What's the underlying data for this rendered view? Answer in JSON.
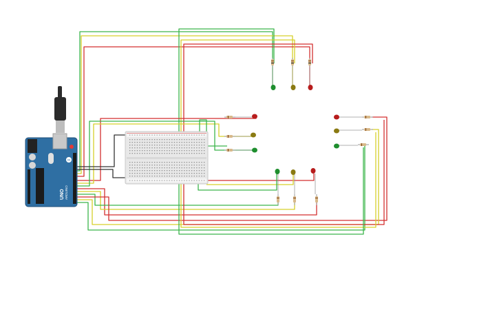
{
  "board": {
    "label": "UNO",
    "brand": "ARDUINO",
    "logo": "∞"
  },
  "components": {
    "breadboard": "breadboard",
    "traffic_lights": [
      "top",
      "left",
      "bottom",
      "right"
    ]
  },
  "colors": {
    "wire_red": "#d32f2f",
    "wire_yellow": "#d6d02a",
    "wire_green": "#3bb54a",
    "wire_black": "#333333",
    "led_red": "#b71c1c",
    "led_yellow": "#8a7a12",
    "led_green": "#1e8e2e",
    "board": "#2f6fa3"
  }
}
